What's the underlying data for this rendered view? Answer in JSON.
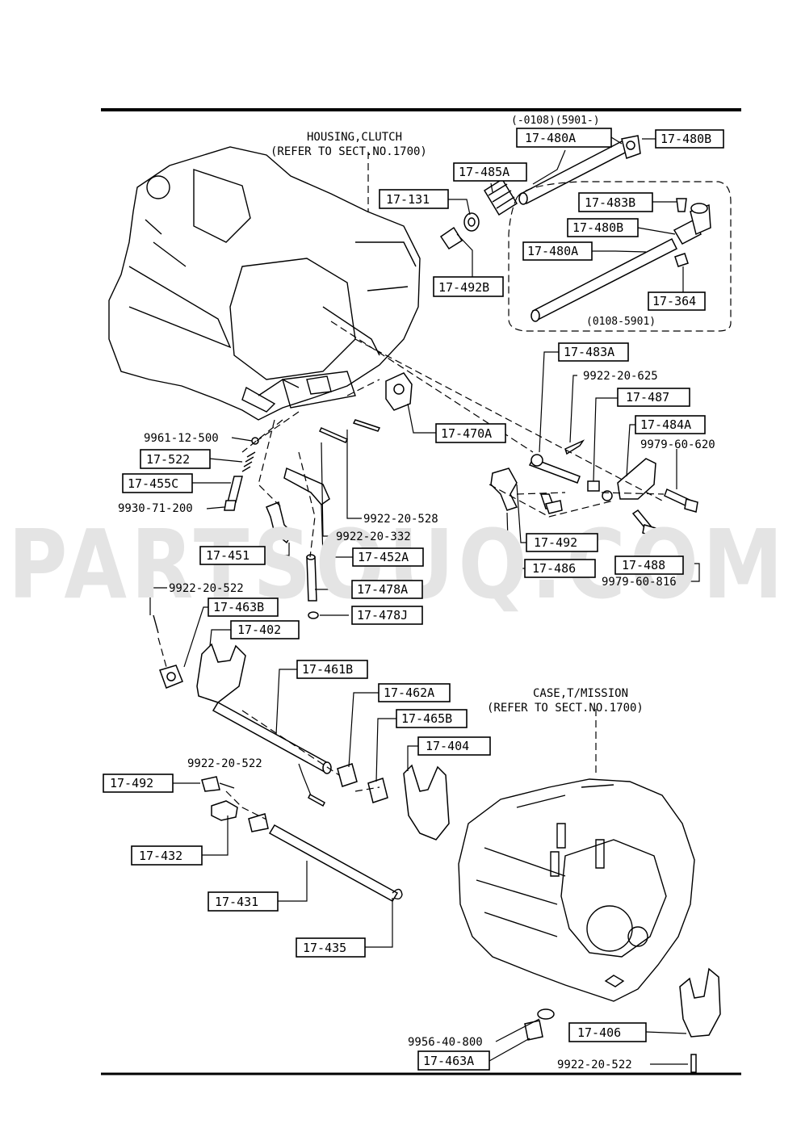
{
  "watermark": "PARTSOUQ.COM",
  "notes": {
    "housing_clutch_1": "HOUSING,CLUTCH",
    "housing_clutch_2": "(REFER TO SECT.NO.1700)",
    "case_tmission_1": "CASE,T/MISSION",
    "case_tmission_2": "(REFER TO SECT.NO.1700)",
    "serial_top": "(-0108)(5901-)",
    "serial_box": "(0108-5901)"
  },
  "part_labels": {
    "p17_480A_top": "17-480A",
    "p17_480B_top": "17-480B",
    "p17_485A": "17-485A",
    "p17_131": "17-131",
    "p17_483B": "17-483B",
    "p17_480B_box": "17-480B",
    "p17_480A_box": "17-480A",
    "p17_492B": "17-492B",
    "p17_364": "17-364",
    "p17_483A": "17-483A",
    "p17_487": "17-487",
    "p17_484A": "17-484A",
    "p17_470A": "17-470A",
    "p17_522": "17-522",
    "p17_455C": "17-455C",
    "p17_492_mid": "17-492",
    "p17_486": "17-486",
    "p17_488": "17-488",
    "p17_451": "17-451",
    "p17_452A": "17-452A",
    "p17_478A": "17-478A",
    "p17_478J": "17-478J",
    "p17_463B": "17-463B",
    "p17_402": "17-402",
    "p17_461B": "17-461B",
    "p17_462A": "17-462A",
    "p17_465B": "17-465B",
    "p17_404": "17-404",
    "p17_492_low": "17-492",
    "p17_432": "17-432",
    "p17_431": "17-431",
    "p17_435": "17-435",
    "p17_406": "17-406",
    "p17_463A": "17-463A"
  },
  "plain_numbers": {
    "n9922_20_625": "9922-20-625",
    "n9979_60_620": "9979-60-620",
    "n9961_12_500": "9961-12-500",
    "n9930_71_200": "9930-71-200",
    "n9922_20_528": "9922-20-528",
    "n9922_20_332": "9922-20-332",
    "n9979_60_816": "9979-60-816",
    "n9922_20_522_a": "9922-20-522",
    "n9922_20_522_b": "9922-20-522",
    "n9956_40_800": "9956-40-800",
    "n9922_20_522_c": "9922-20-522"
  }
}
